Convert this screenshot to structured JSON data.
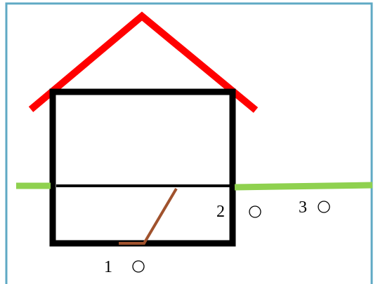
{
  "diagram": {
    "colors": {
      "border": "#5fa9c4",
      "roof": "#ff0000",
      "walls": "#000000",
      "floor_line": "#000000",
      "ground": "#8fd14f",
      "ladder": "#a0522d",
      "marker": "#000000"
    },
    "labels": [
      {
        "id": "point-1",
        "text": "1"
      },
      {
        "id": "point-2",
        "text": "2"
      },
      {
        "id": "point-3",
        "text": "3"
      }
    ]
  }
}
